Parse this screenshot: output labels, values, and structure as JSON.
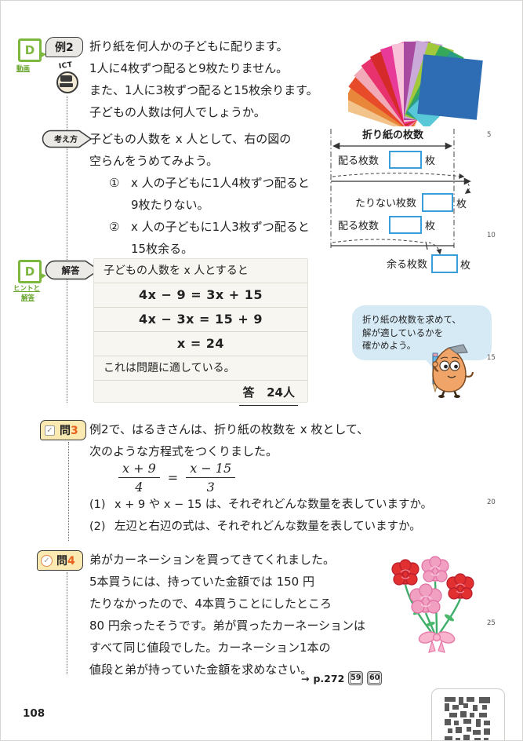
{
  "page_number": "108",
  "margin_numbers": [
    "5",
    "10",
    "15",
    "20",
    "25"
  ],
  "colors": {
    "accent_green": "#7cb83e",
    "badge_yellow": "#fbe9b2",
    "blank_box_blue": "#3a9fd8",
    "bubble_blue": "#d6eaf6",
    "question_number_orange": "#e8611e"
  },
  "example2": {
    "d_badge": "D",
    "d_caption": "動画",
    "label": "例2",
    "ict_label": "ICT",
    "lines": [
      "折り紙を何人かの子どもに配ります。",
      "1人に4枚ずつ配ると9枚たりません。",
      "また、1人に3枚ずつ配ると15枚余ります。",
      "子どもの人数は何人でしょうか。"
    ]
  },
  "thinking": {
    "label": "考え方",
    "line1": "子どもの人数を x 人として、右の図の",
    "line2": "空らんをうめてみよう。",
    "item1_num": "①",
    "item1_line1": "x 人の子どもに1人4枚ずつ配ると",
    "item1_line2": "9枚たりない。",
    "item2_num": "②",
    "item2_line1": "x 人の子どもに1人3枚ずつ配ると",
    "item2_line2": "15枚余る。"
  },
  "diagram": {
    "title": "折り紙の枚数",
    "row1_label": "配る枚数",
    "row1_unit": "枚",
    "row2_label": "たりない枚数",
    "row2_unit": "枚",
    "row3_label": "配る枚数",
    "row3_unit": "枚",
    "row4_label": "余る枚数",
    "row4_unit": "枚"
  },
  "solution": {
    "d_badge": "D",
    "d_caption_line1": "ヒントと",
    "d_caption_line2": "解答",
    "label": "解答",
    "line1": "子どもの人数を x 人とすると",
    "eq1": "4x − 9 = 3x + 15",
    "eq2": "4x − 3x = 15 + 9",
    "eq3": "x = 24",
    "check": "これは問題に適している。",
    "answer_label": "答",
    "answer_value": "24人"
  },
  "bubble": {
    "line1": "折り紙の枚数を求めて、",
    "line2": "解が適しているかを",
    "line3": "確かめよう。"
  },
  "q3": {
    "label_kanji": "問",
    "label_num": "3",
    "check": "✓",
    "line1": "例2で、はるきさんは、折り紙の枚数を x 枚として、",
    "line2": "次のような方程式をつくりました。",
    "frac1_num": "x + 9",
    "frac1_den": "4",
    "equals": "=",
    "frac2_num": "x − 15",
    "frac2_den": "3",
    "item1_num": "(1)",
    "item1_text": "x + 9 や x − 15 は、それぞれどんな数量を表していますか。",
    "item2_num": "(2)",
    "item2_text": "左辺と右辺の式は、それぞれどんな数量を表していますか。"
  },
  "q4": {
    "label_kanji": "問",
    "label_num": "4",
    "check": "✓",
    "lines": [
      "弟がカーネーションを買ってきてくれました。",
      "5本買うには、持っていた金額では 150 円",
      "たりなかったので、4本買うことにしたところ",
      "80 円余ったそうです。弟が買ったカーネーションは",
      "すべて同じ値段でした。カーネーション1本の",
      "値段と弟が持っていた金額を求めなさい。"
    ]
  },
  "footer": {
    "arrow": "→",
    "ref": "p.272",
    "badge1": "59",
    "badge2": "60"
  }
}
